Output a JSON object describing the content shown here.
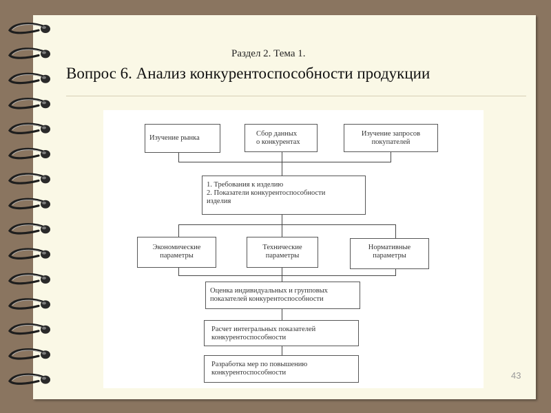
{
  "header": {
    "subtitle": "Раздел 2. Тема 1.",
    "title": "Вопрос 6. Анализ конкурентоспособности продукции"
  },
  "diagram": {
    "top": {
      "market": "Изучение рынка",
      "competitors": "Сбор данных\nо конкурентах",
      "customers": "Изучение запросов\nпокупателей"
    },
    "requirements": "1. Требования к изделию\n2. Показатели конкурентоспособности\n    изделия",
    "params": {
      "economic": "Экономические\nпараметры",
      "technical": "Технические\nпараметры",
      "normative": "Нормативные\nпараметры"
    },
    "evaluation": "Оценка индивидуальных и групповых\nпоказателей конкурентоспособности",
    "integral": "Расчет интегральных показателей\nконкурентоспособности",
    "measures": "Разработка мер по повышению\nконкурентоспособности"
  },
  "footer": {
    "page_number": "43"
  }
}
